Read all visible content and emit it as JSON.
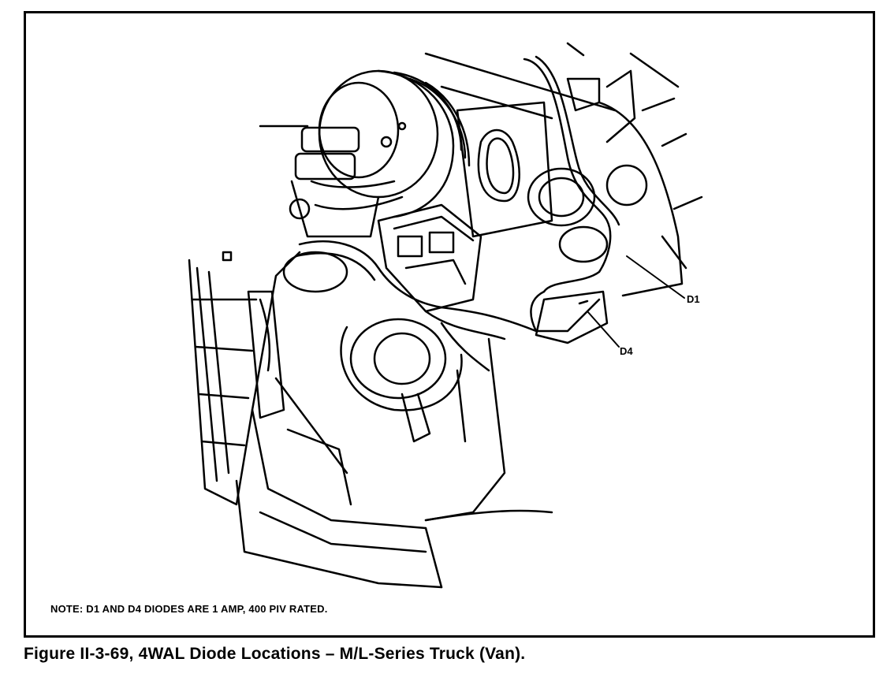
{
  "figure": {
    "callouts": {
      "d1": "D1",
      "d4": "D4"
    },
    "note": "NOTE: D1 AND D4 DIODES ARE 1 AMP, 400 PIV RATED.",
    "caption": "Figure II-3-69, 4WAL Diode Locations – M/L-Series Truck (Van)."
  }
}
